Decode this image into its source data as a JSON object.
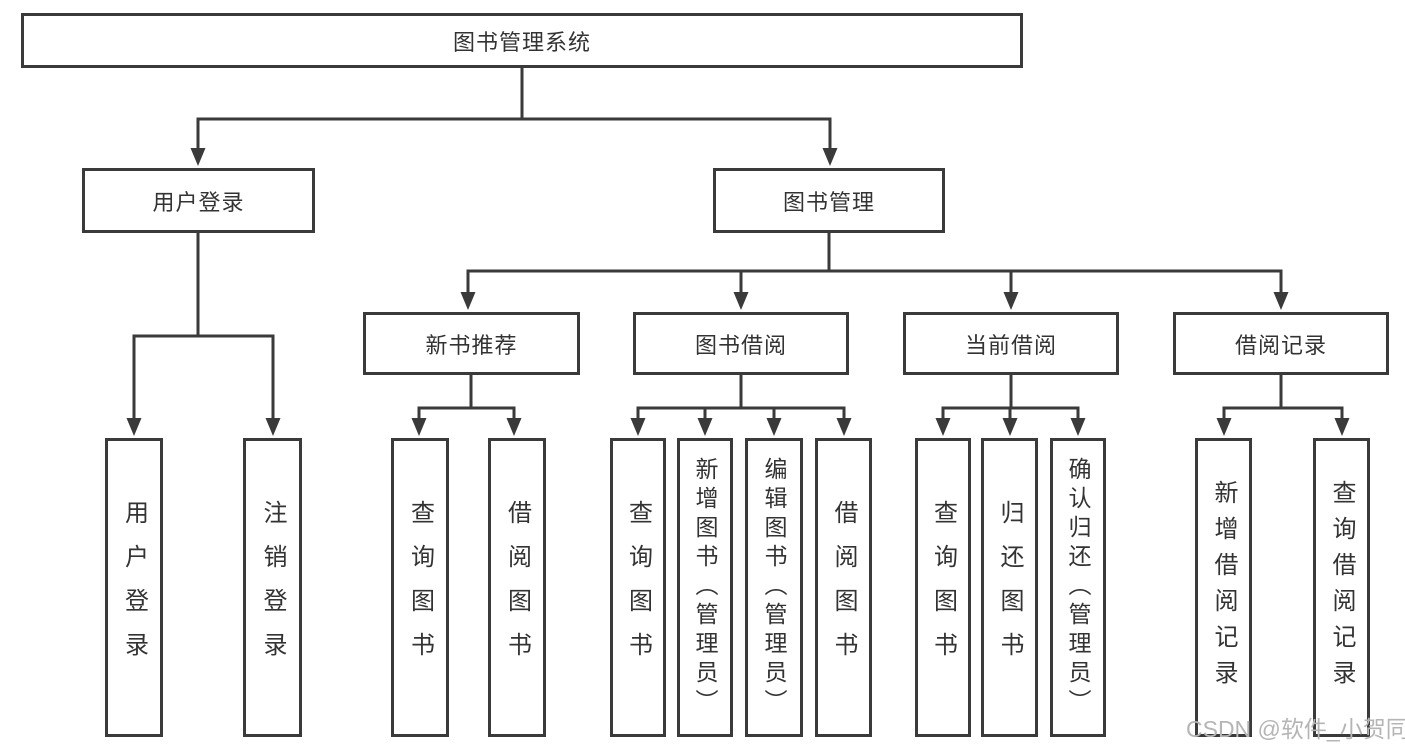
{
  "colors": {
    "line": "#3a3a3a",
    "text": "#333333",
    "background": "#ffffff",
    "watermark": "#b5b5b5"
  },
  "watermark": {
    "text": "CSDN @软件_小贺同学"
  },
  "tree": {
    "root": {
      "label": "图书管理系统"
    },
    "branches": [
      {
        "label": "用户登录",
        "children": [
          {
            "label": "用户登录"
          },
          {
            "label": "注销登录"
          }
        ]
      },
      {
        "label": "图书管理",
        "children": [
          {
            "label": "新书推荐",
            "children": [
              {
                "label": "查询图书"
              },
              {
                "label": "借阅图书"
              }
            ]
          },
          {
            "label": "图书借阅",
            "children": [
              {
                "label": "查询图书"
              },
              {
                "label": "新增图书（管理员）"
              },
              {
                "label": "编辑图书（管理员）"
              },
              {
                "label": "借阅图书"
              }
            ]
          },
          {
            "label": "当前借阅",
            "children": [
              {
                "label": "查询图书"
              },
              {
                "label": "归还图书"
              },
              {
                "label": "确认归还（管理员）"
              }
            ]
          },
          {
            "label": "借阅记录",
            "children": [
              {
                "label": "新增借阅记录"
              },
              {
                "label": "查询借阅记录"
              }
            ]
          }
        ]
      }
    ]
  }
}
